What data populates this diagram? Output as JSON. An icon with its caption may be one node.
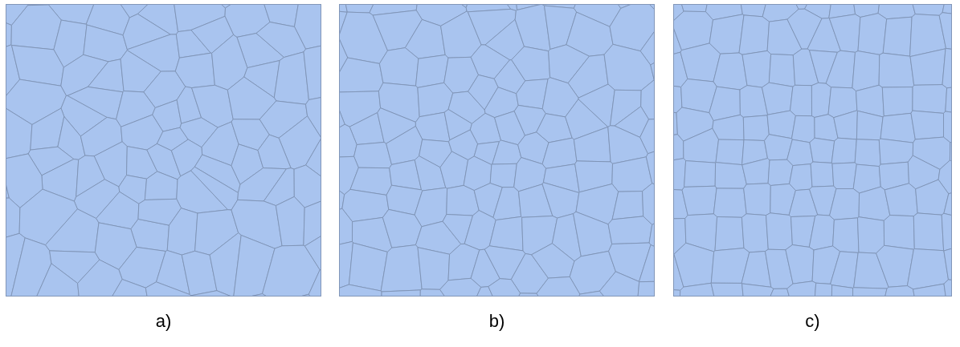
{
  "diagram": {
    "nodes": [
      {
        "text": [],
        "shape": "picture",
        "beside": [
          "a)"
        ]
      },
      {
        "text": [],
        "shape": "picture",
        "beside": [
          "b)"
        ]
      },
      {
        "text": [],
        "shape": "picture",
        "beside": [
          "c)"
        ]
      }
    ]
  }
}
